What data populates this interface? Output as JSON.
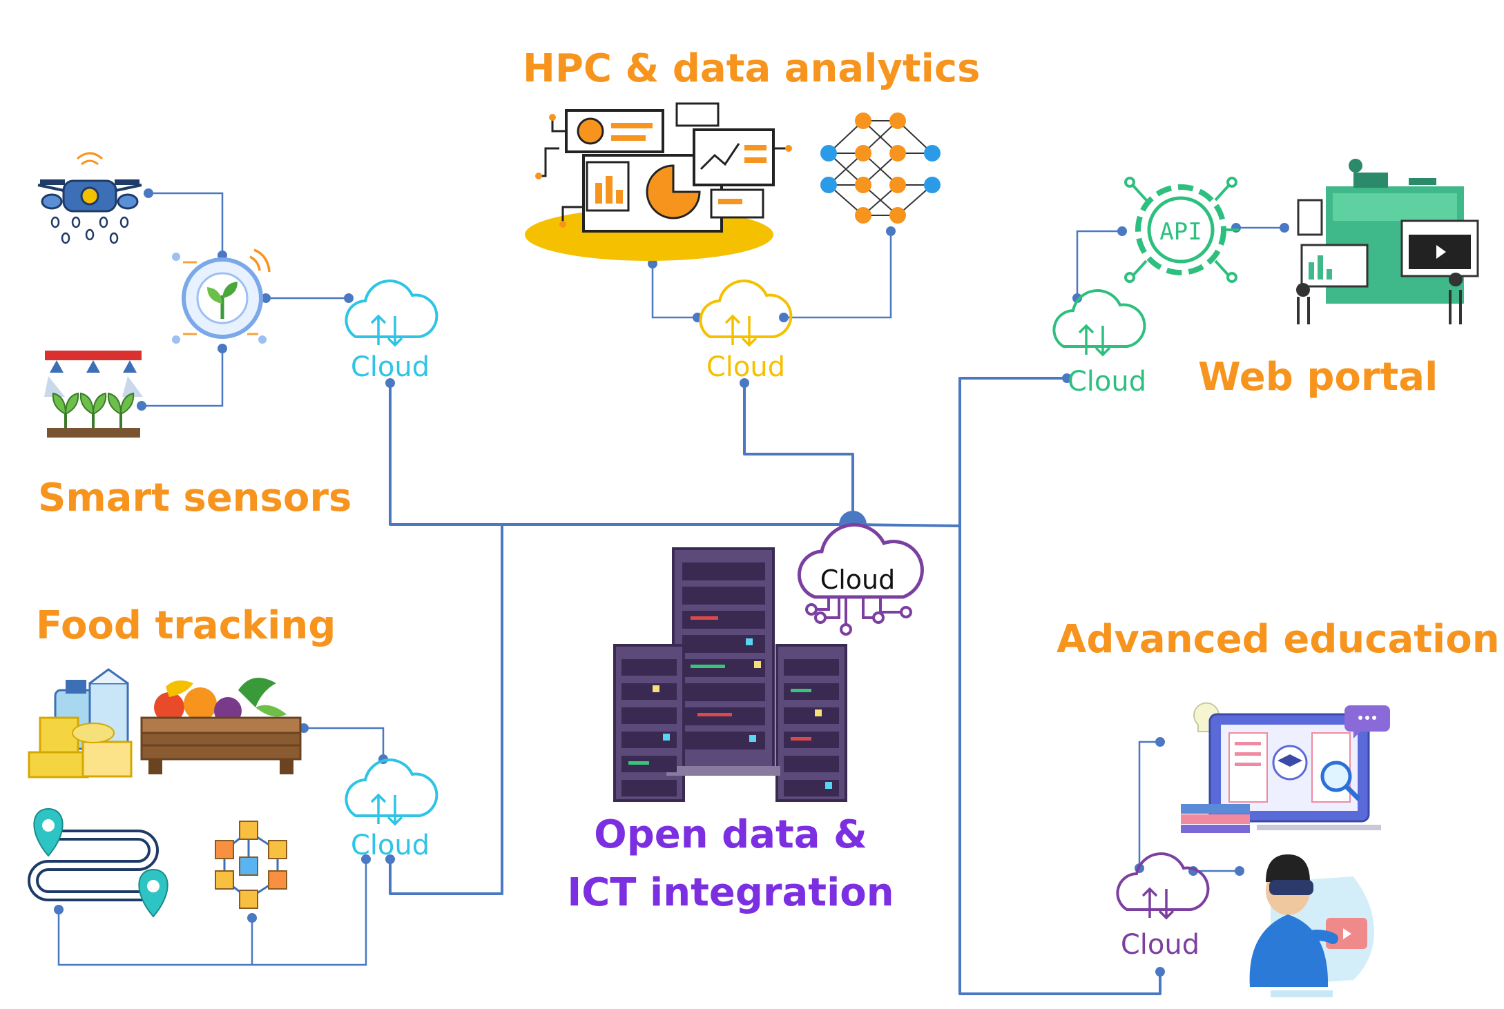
{
  "titles": {
    "smart_sensors": "Smart sensors",
    "hpc": "HPC & data analytics",
    "web_portal": "Web portal",
    "food_tracking": "Food tracking",
    "open_data_line1": "Open data &",
    "open_data_line2": "ICT integration",
    "advanced_education": "Advanced education"
  },
  "clouds": {
    "sensors": "Cloud",
    "hpc": "Cloud",
    "web": "Cloud",
    "food": "Cloud",
    "central": "Cloud",
    "education": "Cloud"
  },
  "api_label": "API",
  "colors": {
    "title_orange": "#f7941d",
    "title_purple": "#7b2fe0",
    "connector": "#4a78c2",
    "cloud_cyan": "#2ec4e6",
    "cloud_yellow": "#f5c000",
    "cloud_green": "#2dbf7e",
    "cloud_purple": "#7b3fa0",
    "server": "#5c4a7a"
  },
  "icons": [
    "drone-icon",
    "plant-sensor-icon",
    "irrigation-plants-icon",
    "dashboard-icon",
    "neural-network-icon",
    "api-gear-icon",
    "web-portal-icon",
    "food-products-icon",
    "vegetable-crate-icon",
    "route-map-icon",
    "blockchain-icon",
    "server-rack-icon",
    "laptop-education-icon",
    "vr-user-icon"
  ]
}
